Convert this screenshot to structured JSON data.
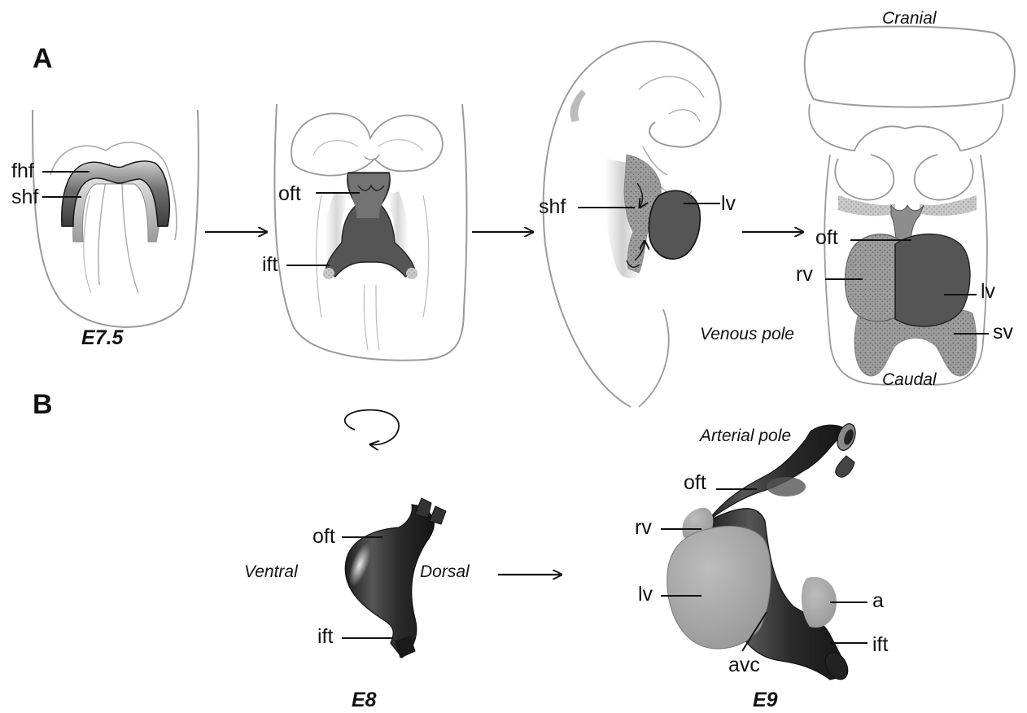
{
  "panels": {
    "a": "A",
    "b": "B"
  },
  "panel_a": {
    "step1": {
      "fhf": "fhf",
      "shf": "shf",
      "stage": "E7.5"
    },
    "step2": {
      "oft": "oft",
      "ift": "ift"
    },
    "step3": {
      "shf": "shf",
      "lv": "lv"
    },
    "step4": {
      "cranial": "Cranial",
      "caudal": "Caudal",
      "venous_pole": "Venous pole",
      "oft": "oft",
      "rv": "rv",
      "lv": "lv",
      "sv": "sv"
    }
  },
  "panel_b": {
    "e8": {
      "oft": "oft",
      "ift": "ift",
      "ventral": "Ventral",
      "dorsal": "Dorsal",
      "stage": "E8"
    },
    "e9": {
      "arterial_pole": "Arterial pole",
      "oft": "oft",
      "rv": "rv",
      "lv": "lv",
      "a": "a",
      "ift": "ift",
      "avc": "avc",
      "stage": "E9"
    }
  },
  "colors": {
    "outline": "#8a8a8a",
    "dark_tissue": "#4a4a4a",
    "mid_tissue": "#8c8c8c",
    "light_tissue": "#b5b5b5",
    "tube": "#2e2e2e",
    "chamber": "#a6a6a6"
  }
}
